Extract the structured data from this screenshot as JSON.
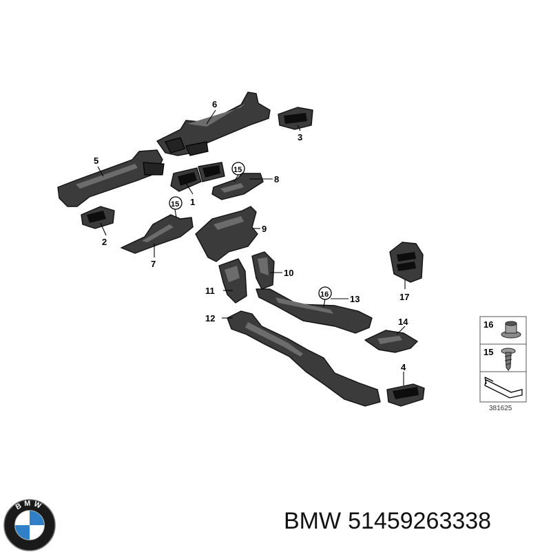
{
  "callouts": {
    "c1": "1",
    "c2": "2",
    "c3": "3",
    "c4": "4",
    "c5": "5",
    "c6": "6",
    "c7": "7",
    "c8": "8",
    "c9": "9",
    "c10": "10",
    "c11": "11",
    "c12": "12",
    "c13": "13",
    "c14": "14",
    "c15a": "15",
    "c15b": "15",
    "c16": "16",
    "c17": "17"
  },
  "legend": {
    "item1": "16",
    "item2": "15"
  },
  "reference_number": "381625",
  "footer": {
    "brand": "BMW",
    "part_number": "51459263338"
  },
  "logo": {
    "letters": "BMW",
    "colors": {
      "blue": "#2f80c6",
      "white": "#ffffff",
      "ring": "#1a1a1a"
    }
  }
}
